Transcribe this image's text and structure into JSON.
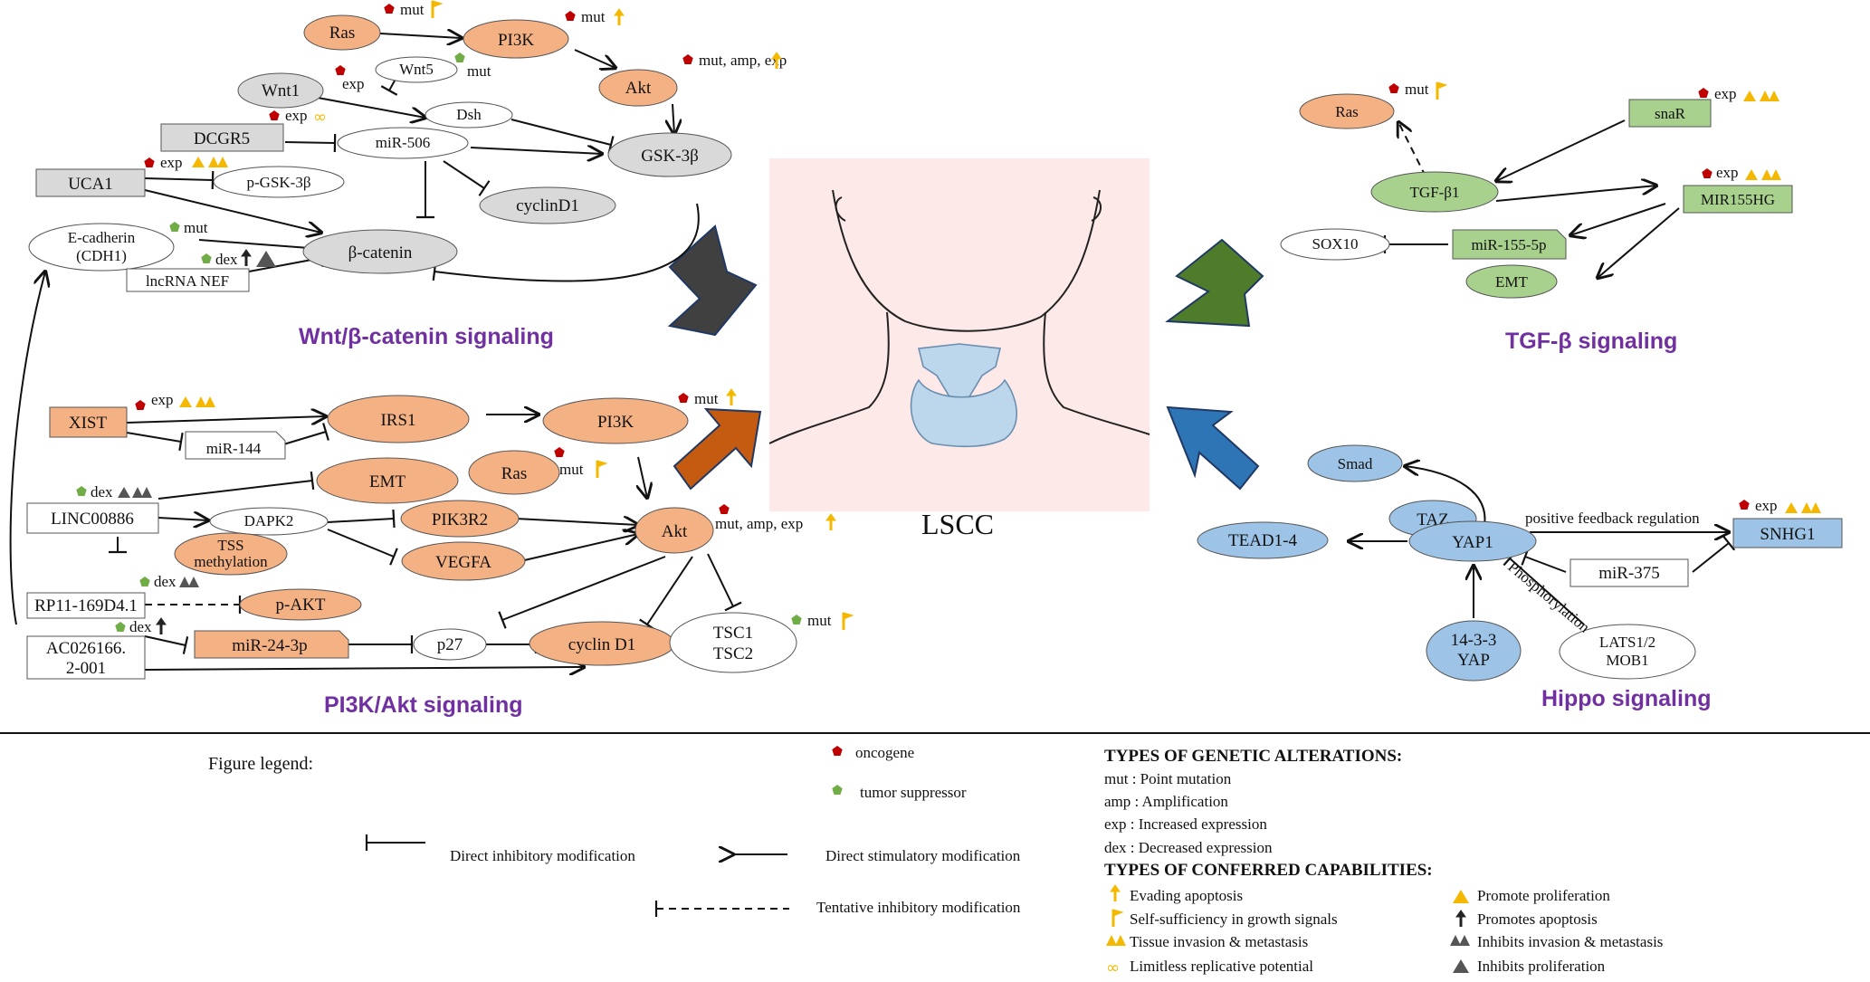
{
  "colors": {
    "orange": "#f4b183",
    "gray": "#d9d9d9",
    "green": "#a9d18e",
    "blue": "#9dc3e6",
    "title_purple": "#7030a0",
    "oncogene_red": "#c00000",
    "suppressor_green": "#70ad47",
    "symbol_yellow": "#f5b800"
  },
  "titles": {
    "wnt": "Wnt/β-catenin signaling",
    "pi3k": "PI3K/Akt signaling",
    "tgf": "TGF-β signaling",
    "hippo": "Hippo signaling",
    "center": "LSCC"
  },
  "wnt": {
    "ras": "Ras",
    "pi3k": "PI3K",
    "akt": "Akt",
    "wnt1": "Wnt1",
    "wnt5": "Wnt5",
    "dsh": "Dsh",
    "dcgr5": "DCGR5",
    "mir506": "miR-506",
    "gsk3b": "GSK-3β",
    "uca1": "UCA1",
    "pgsk3b": "p-GSK-3β",
    "cyclind1": "cyclinD1",
    "ecad1": "E-cadherin",
    "ecad2": "(CDH1)",
    "bcat": "β-catenin",
    "nef": "lncRNA NEF",
    "ann_ras": "mut",
    "ann_pi3k": "mut",
    "ann_akt": "mut, amp, exp",
    "ann_wnt1": "exp",
    "ann_wnt5": "mut",
    "ann_dcgr5": "exp",
    "ann_uca1": "exp",
    "ann_ecad": "mut",
    "ann_nef": "dex"
  },
  "pi3k": {
    "xist": "XIST",
    "mir144": "miR-144",
    "irs1": "IRS1",
    "pi3k": "PI3K",
    "emt": "EMT",
    "ras": "Ras",
    "linc": "LINC00886",
    "dapk2": "DAPK2",
    "pik3r2": "PIK3R2",
    "tss1": "TSS",
    "tss2": "methylation",
    "vegfa": "VEGFA",
    "akt": "Akt",
    "rp11": "RP11-169D4.1",
    "pakt": "p-AKT",
    "ac1": "AC026166.",
    "ac2": "2-001",
    "mir24": "miR-24-3p",
    "p27": "p27",
    "cycd1": "cyclin D1",
    "tsc1": "TSC1",
    "tsc2": "TSC2",
    "ann_xist": "exp",
    "ann_pi3k": "mut",
    "ann_ras": "mut",
    "ann_linc": "dex",
    "ann_akt": "mut, amp, exp",
    "ann_rp11": "dex",
    "ann_ac": "dex",
    "ann_tsc": "mut"
  },
  "tgf": {
    "ras": "Ras",
    "snar": "snaR",
    "tgfb1": "TGF-β1",
    "mir155hg": "MIR155HG",
    "sox10": "SOX10",
    "mir155": "miR-155-5p",
    "emt": "EMT",
    "ann_ras": "mut",
    "ann_snar": "exp",
    "ann_mir155hg": "exp"
  },
  "hippo": {
    "smad": "Smad",
    "taz": "TAZ",
    "yap1": "YAP1",
    "tead": "TEAD1-4",
    "snhg1": "SNHG1",
    "mir375": "miR-375",
    "yap1433_1": "14-3-3",
    "yap1433_2": "YAP",
    "lats1": "LATS1/2",
    "lats2": "MOB1",
    "feedback": "positive feedback regulation",
    "phos": "Phosphorylation",
    "ann_snhg1": "exp"
  },
  "legend": {
    "label": "Figure legend:",
    "oncogene": "oncogene",
    "suppressor": "tumor suppressor",
    "inhib": "Direct inhibitory modification",
    "stim": "Direct stimulatory modification",
    "tent": "Tentative inhibitory modification",
    "types_head": "TYPES OF GENETIC ALTERATIONS:",
    "mut": "mut : Point mutation",
    "amp": "amp : Amplification",
    "exp": "exp : Increased expression",
    "dex": "dex : Decreased expression",
    "caps_head": "TYPES OF CONFERRED CAPABILITIES:",
    "cap1": "Evading apoptosis",
    "cap2": "Self-sufficiency in growth signals",
    "cap3": "Tissue invasion & metastasis",
    "cap4": "Limitless replicative potential",
    "cap5": "Promote proliferation",
    "cap6": "Promotes apoptosis",
    "cap7": "Inhibits invasion & metastasis",
    "cap8": "Inhibits proliferation"
  }
}
